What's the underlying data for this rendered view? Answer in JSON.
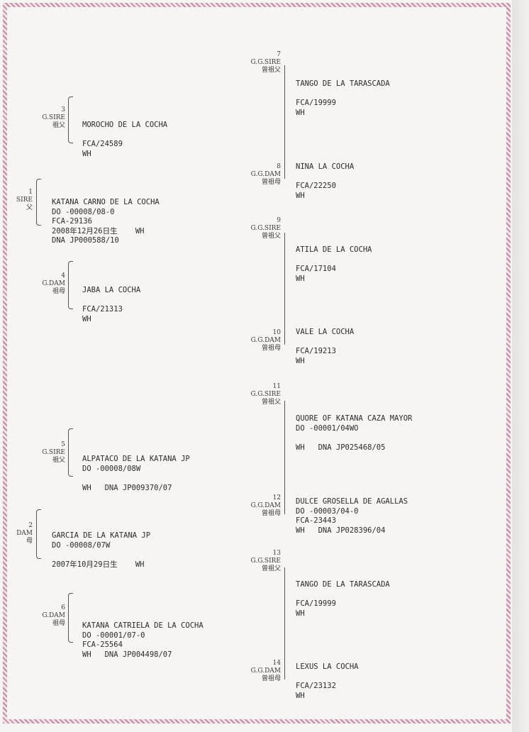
{
  "entries": [
    {
      "num": "1",
      "role": "SIRE",
      "kanji": "父",
      "lines": [
        "KATANA CARNO DE LA COCHA",
        "DO -00008/08-0",
        "FCA-29136",
        "2008年12月26日生    WH",
        "DNA JP000588/10"
      ]
    },
    {
      "num": "2",
      "role": "DAM",
      "kanji": "母",
      "lines": [
        "GARCIA DE LA KATANA JP",
        "DO -00008/07W",
        "",
        "2007年10月29日生    WH"
      ]
    },
    {
      "num": "3",
      "role": "G.SIRE",
      "kanji": "祖父",
      "lines": [
        "MOROCHO DE LA COCHA",
        "",
        "FCA/24589",
        "WH"
      ]
    },
    {
      "num": "4",
      "role": "G.DAM",
      "kanji": "祖母",
      "lines": [
        "JABA LA COCHA",
        "",
        "FCA/21313",
        "WH"
      ]
    },
    {
      "num": "5",
      "role": "G.SIRE",
      "kanji": "祖父",
      "lines": [
        "ALPATACO DE LA KATANA JP",
        "DO -00008/08W",
        "",
        "WH   DNA JP009370/07"
      ]
    },
    {
      "num": "6",
      "role": "G.DAM",
      "kanji": "祖母",
      "lines": [
        "KATANA CATRIELA DE LA COCHA",
        "DO -00001/07-0",
        "FCA-25564",
        "WH   DNA JP004498/07"
      ]
    },
    {
      "num": "7",
      "role": "G.G.SIRE",
      "kanji": "曾祖父",
      "lines": [
        "TANGO DE LA TARASCADA",
        "",
        "FCA/19999",
        "WH"
      ]
    },
    {
      "num": "8",
      "role": "G.G.DAM",
      "kanji": "曾祖母",
      "lines": [
        "NINA LA COCHA",
        "",
        "FCA/22250",
        "WH"
      ]
    },
    {
      "num": "9",
      "role": "G.G.SIRE",
      "kanji": "曾祖父",
      "lines": [
        "ATILA DE LA COCHA",
        "",
        "FCA/17104",
        "WH"
      ]
    },
    {
      "num": "10",
      "role": "G.G.DAM",
      "kanji": "曾祖母",
      "lines": [
        "VALE LA COCHA",
        "",
        "FCA/19213",
        "WH"
      ]
    },
    {
      "num": "11",
      "role": "G.G.SIRE",
      "kanji": "曾祖父",
      "lines": [
        "QUORE OF KATANA CAZA MAYOR",
        "DO -00001/04WO",
        "",
        "WH   DNA JP025468/05"
      ]
    },
    {
      "num": "12",
      "role": "G.G.DAM",
      "kanji": "曾祖母",
      "lines": [
        "DULCE GROSELLA DE AGALLAS",
        "DO -00003/04-0",
        "FCA-23443",
        "WH   DNA JP028396/04"
      ]
    },
    {
      "num": "13",
      "role": "G.G.SIRE",
      "kanji": "曾祖父",
      "lines": [
        "TANGO DE LA TARASCADA",
        "",
        "FCA/19999",
        "WH"
      ]
    },
    {
      "num": "14",
      "role": "G.G.DAM",
      "kanji": "曾祖母",
      "lines": [
        "LEXUS LA COCHA",
        "",
        "FCA/23132",
        "WH"
      ]
    }
  ]
}
